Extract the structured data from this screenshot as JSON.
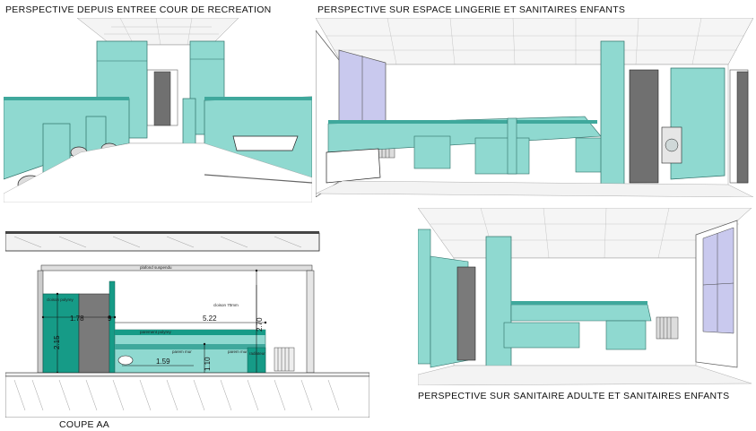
{
  "titles": {
    "entrance": "PERSPECTIVE DEPUIS ENTREE COUR DE RECREATION",
    "lingerie": "PERSPECTIVE SUR ESPACE LINGERIE ET SANITAIRES ENFANTS",
    "adulte": "PERSPECTIVE SUR SANITAIRE ADULTE ET SANITAIRES ENFANTS",
    "coupe": "COUPE AA"
  },
  "section": {
    "dimensions": {
      "width_left": "1.78",
      "gap": "9",
      "width_main": "5.22",
      "height_total": "2.70",
      "height_left": "2.15",
      "height_counter": "1.10",
      "width_basin": "1.59"
    },
    "labels": {
      "ceiling": "plafond suspendu",
      "partition": "cloison 70mm",
      "partition_left": "cloison polyrey",
      "cladding": "parement polyrey",
      "wall_left": "parem mur",
      "wall_right": "parem mur",
      "radiator": "radiateur"
    }
  },
  "colors": {
    "teal": "#8fd9d0",
    "teal_dark": "#3fa89c",
    "teal_section": "#169b87",
    "grey_door": "#707070",
    "window_glass": "#c9c9ee"
  }
}
